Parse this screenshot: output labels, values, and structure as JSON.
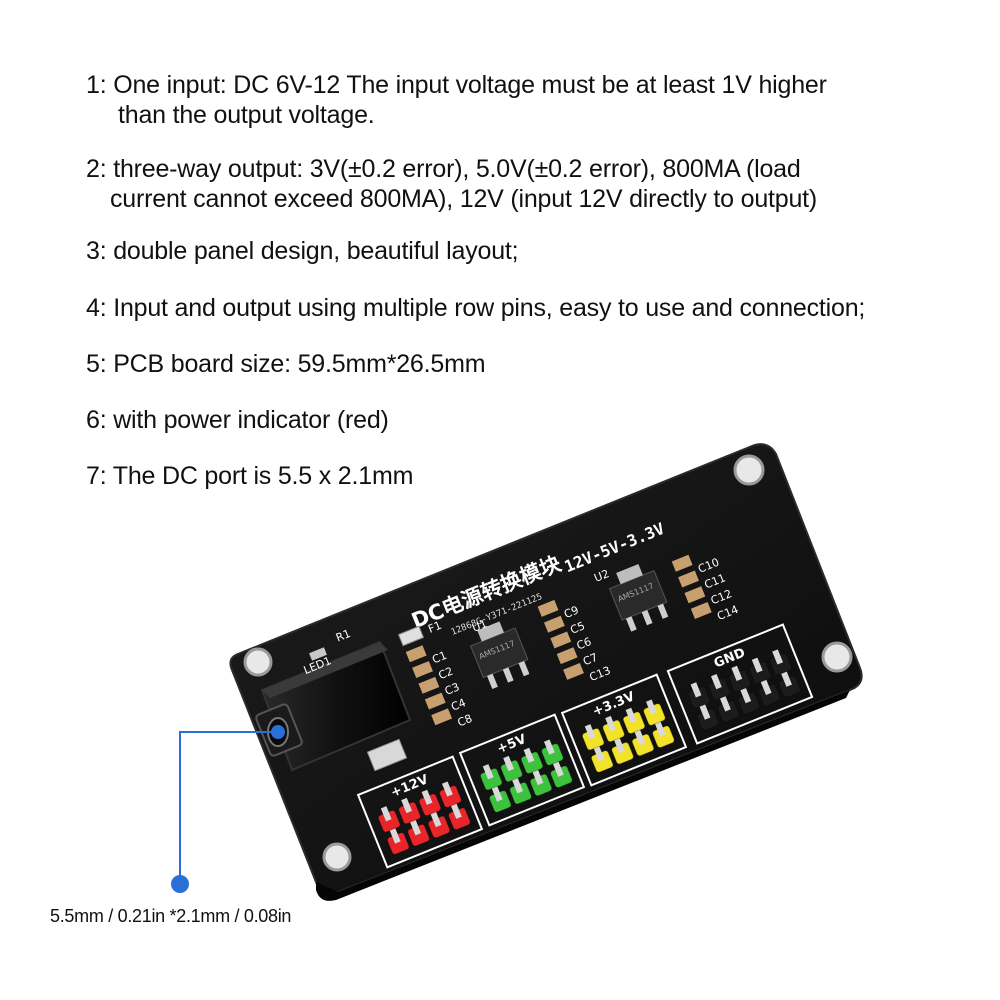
{
  "specs": [
    {
      "id": "s1",
      "num": "1:",
      "line1": " One input: DC 6V-12 The input voltage must be at least 1V higher",
      "line2": "than the output voltage."
    },
    {
      "id": "s2",
      "num": "2:",
      "line1": " three-way output: 3V(±0.2 error), 5.0V(±0.2 error), 800MA (load",
      "line2": "current cannot exceed 800MA), 12V (input 12V directly to output)"
    },
    {
      "id": "s3",
      "num": "3:",
      "line1": " double panel design, beautiful layout;",
      "line2": ""
    },
    {
      "id": "s4",
      "num": "4:",
      "line1": " Input and output using multiple row pins, easy to use and connection;",
      "line2": ""
    },
    {
      "id": "s5",
      "num": "5:",
      "line1": " PCB board size: 59.5mm*26.5mm",
      "line2": ""
    },
    {
      "id": "s6",
      "num": "6:",
      "line1": " with power indicator (red)",
      "line2": ""
    },
    {
      "id": "s7",
      "num": "7:",
      "line1": " The DC port is 5.5 x 2.1mm",
      "line2": ""
    }
  ],
  "board": {
    "title_cn": "DC电源转换模块",
    "voltages": "12V-5V-3.3V",
    "serial": "12868G-Y371-221125",
    "labels": {
      "led": "LED1",
      "r1": "R1",
      "f1": "F1",
      "u1": "U1",
      "u2": "U2",
      "caps_left": [
        "C1",
        "C2",
        "C3",
        "C4",
        "C8"
      ],
      "caps_mid": [
        "C9",
        "C5",
        "C6",
        "C7",
        "C13"
      ],
      "caps_right": [
        "C10",
        "C11",
        "C12",
        "C14"
      ],
      "chip_text": "AMS1117",
      "pin_12v": "+12V",
      "pin_5v": "+5V",
      "pin_33v": "+3.3V",
      "pin_gnd": "GND"
    },
    "colors": {
      "pcb": "#121212",
      "pin_12v": "#e8262a",
      "pin_5v": "#3cc23c",
      "pin_33v": "#f2e22a",
      "pin_gnd": "#1c1c1c",
      "callout": "#2a6fd6"
    }
  },
  "dimension_caption": "5.5mm / 0.21in *2.1mm / 0.08in"
}
